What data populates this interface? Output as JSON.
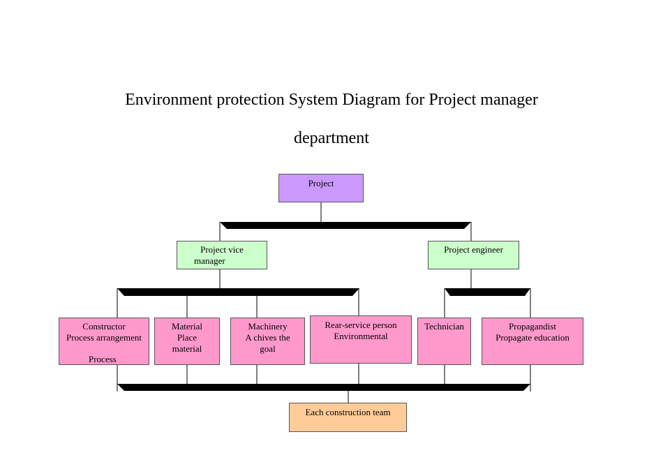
{
  "title": {
    "line1": "Environment protection System Diagram for Project manager",
    "line2": "department"
  },
  "nodes": {
    "project": {
      "lines": [
        "Project"
      ]
    },
    "vice_manager": {
      "lines": [
        "Project vice",
        "manager"
      ]
    },
    "engineer": {
      "lines": [
        "Project engineer"
      ]
    },
    "constructor": {
      "lines": [
        "Constructor",
        "Process arrangement",
        "",
        "Process"
      ]
    },
    "material": {
      "lines": [
        "Material",
        "Place",
        "material"
      ]
    },
    "machinery": {
      "lines": [
        "Machinery",
        "A chives the",
        "goal"
      ]
    },
    "rear_service": {
      "lines": [
        "Rear-service person",
        "Environmental"
      ]
    },
    "technician": {
      "lines": [
        "Technician"
      ]
    },
    "propagandist": {
      "lines": [
        "Propagandist",
        "Propagate education"
      ]
    },
    "construction_team": {
      "lines": [
        "Each construction team"
      ]
    }
  },
  "colors": {
    "project": "#cc99ff",
    "managers": "#ccffcc",
    "roles": "#ff99cc",
    "team": "#ffcc99",
    "connector": "#000000"
  }
}
